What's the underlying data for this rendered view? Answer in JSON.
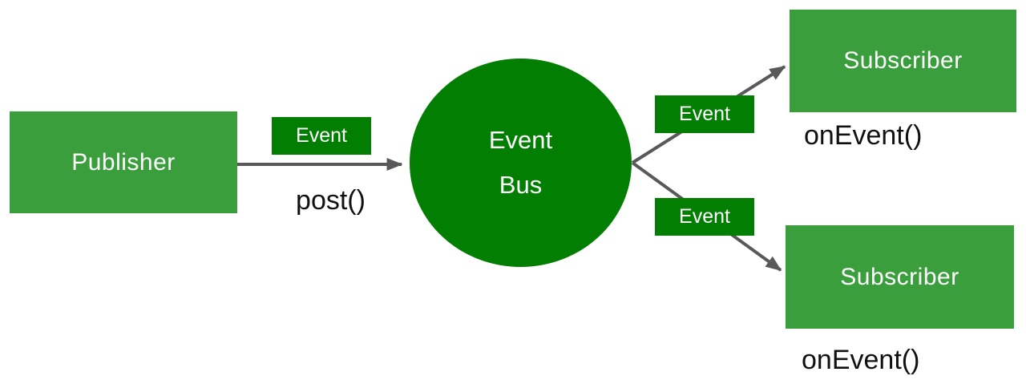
{
  "nodes": {
    "publisher": {
      "label": "Publisher"
    },
    "event_bus": {
      "line1": "Event",
      "line2": "Bus"
    },
    "subscriber_top": {
      "label": "Subscriber",
      "method": "onEvent()"
    },
    "subscriber_bottom": {
      "label": "Subscriber",
      "method": "onEvent()"
    }
  },
  "edges": {
    "publish": {
      "badge": "Event",
      "method": "post()"
    },
    "deliver_top": {
      "badge": "Event"
    },
    "deliver_bottom": {
      "badge": "Event"
    }
  },
  "colors": {
    "node_green": "#3A9E3C",
    "dark_green": "#027E02",
    "arrow_gray": "#595959",
    "text_dark": "#111111",
    "text_light": "#FFFFFF",
    "canvas_bg": "#FFFFFF"
  }
}
